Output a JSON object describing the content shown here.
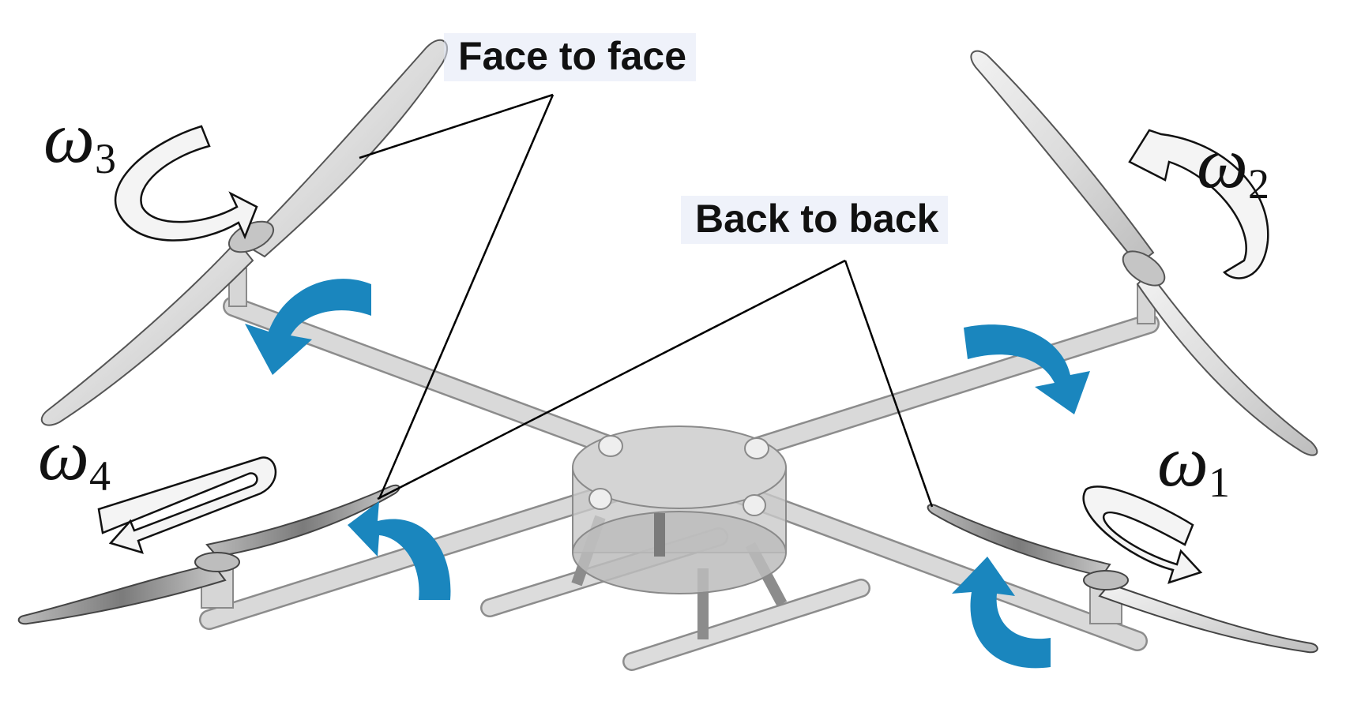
{
  "labels": {
    "face_to_face": "Face to face",
    "back_to_back": "Back to back"
  },
  "rotors": [
    {
      "symbol": "ω",
      "subscript": "1"
    },
    {
      "symbol": "ω",
      "subscript": "2"
    },
    {
      "symbol": "ω",
      "subscript": "3"
    },
    {
      "symbol": "ω",
      "subscript": "4"
    }
  ],
  "colors": {
    "torque_arrow": "#1a86be",
    "frame": "#d6d6d6",
    "frame_edge": "#8c8c8c",
    "blade": "#e6e6e6",
    "blade_edge": "#555555",
    "callout_line": "#000000"
  }
}
